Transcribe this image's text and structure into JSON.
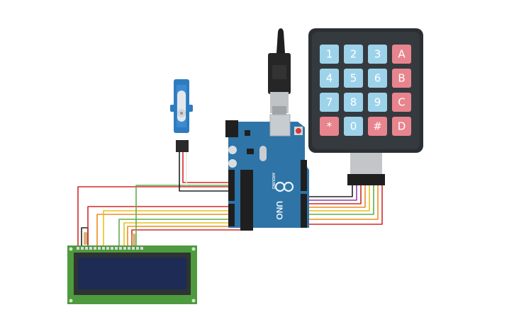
{
  "keypad": {
    "keys": [
      {
        "label": "1",
        "kind": "num"
      },
      {
        "label": "2",
        "kind": "num"
      },
      {
        "label": "3",
        "kind": "num"
      },
      {
        "label": "A",
        "kind": "letter"
      },
      {
        "label": "4",
        "kind": "num"
      },
      {
        "label": "5",
        "kind": "num"
      },
      {
        "label": "6",
        "kind": "num"
      },
      {
        "label": "B",
        "kind": "letter"
      },
      {
        "label": "7",
        "kind": "num"
      },
      {
        "label": "8",
        "kind": "num"
      },
      {
        "label": "9",
        "kind": "num"
      },
      {
        "label": "C",
        "kind": "letter"
      },
      {
        "label": "*",
        "kind": "letter"
      },
      {
        "label": "0",
        "kind": "num"
      },
      {
        "label": "#",
        "kind": "letter"
      },
      {
        "label": "D",
        "kind": "letter"
      }
    ],
    "num_color": "#9dd3ea",
    "letter_color": "#e8848e",
    "body_color": "#2b2f33"
  },
  "arduino": {
    "brand": "ARDUINO",
    "model": "UNO",
    "body_color": "#2e74a7"
  },
  "colors": {
    "wire_red": "#d42a2a",
    "wire_green": "#5fae4b",
    "wire_orange": "#ef8b1f",
    "wire_yellow": "#e6c21d",
    "wire_black": "#222222",
    "wire_purple": "#8c3fa1",
    "lcd_pcb": "#4e9a3e",
    "lcd_screen": "#1d2b55",
    "servo_blue": "#2f7bc0"
  }
}
